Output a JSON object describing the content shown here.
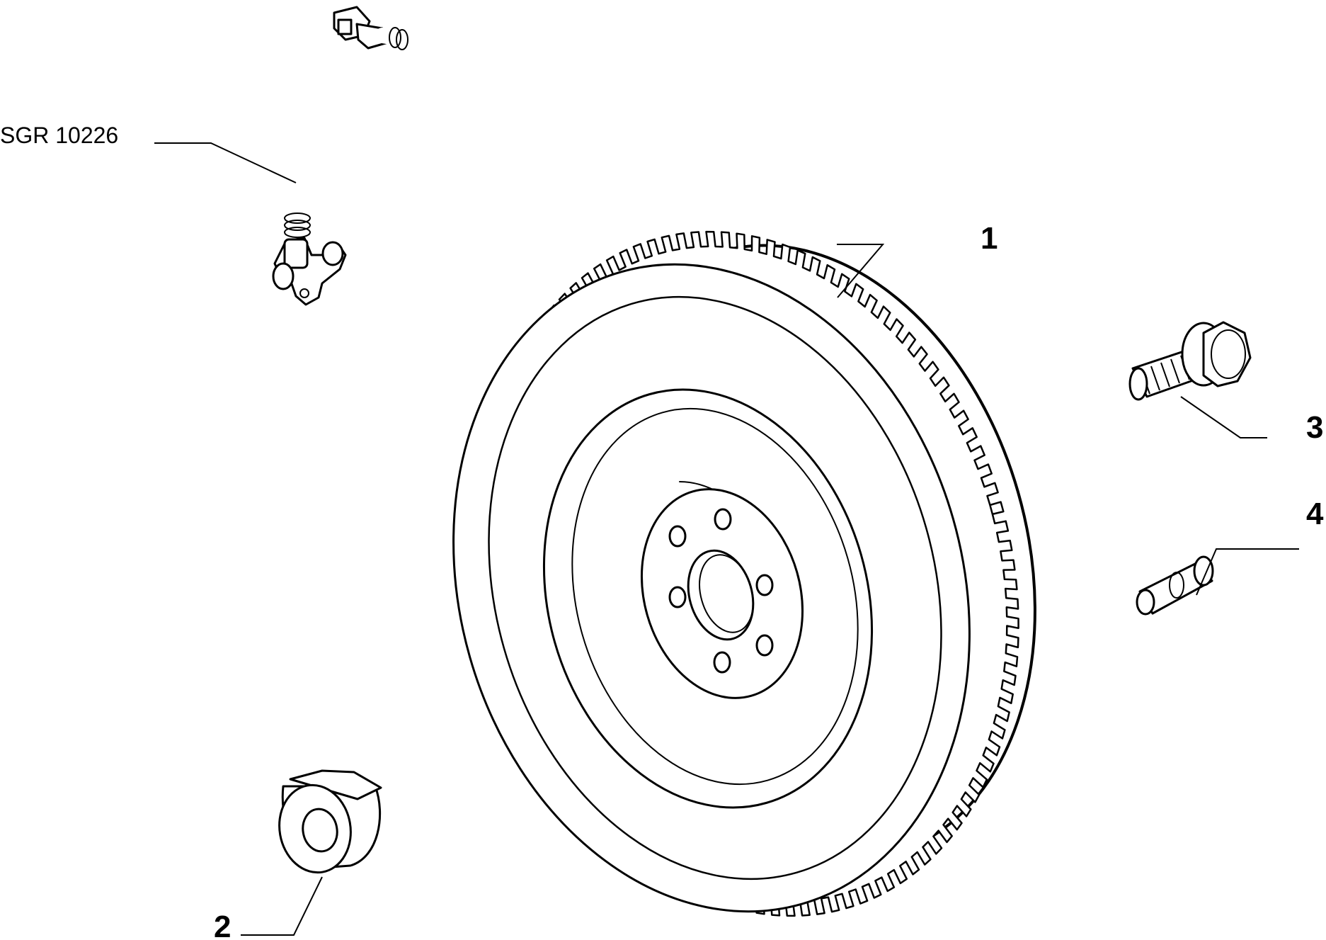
{
  "labels": {
    "sensor_ref": "SGR 10226",
    "part_1": "1",
    "part_2": "2",
    "part_3": "3",
    "part_4": "4"
  },
  "icons": {
    "sensor": "crankshaft-sensor-icon",
    "flywheel": "flywheel-icon",
    "bushing": "bushing-icon",
    "bolt": "flange-bolt-icon",
    "dowel": "dowel-pin-icon"
  }
}
